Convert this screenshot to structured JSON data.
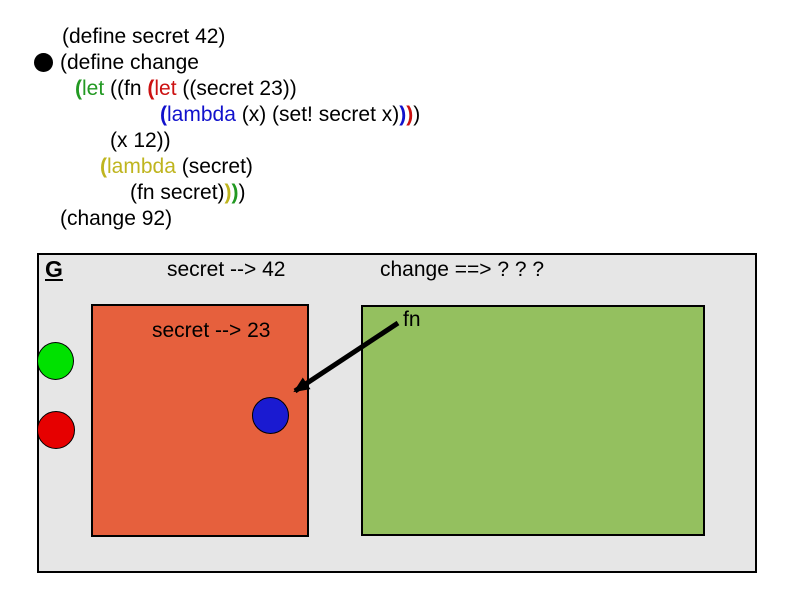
{
  "theme": {
    "page-bg": "#ffffff",
    "env-bg": "#e6e6e6",
    "let-frame-fill": "#e6603d",
    "lambda-frame-fill": "#94c05f",
    "dot-green": "#00e100",
    "dot-red": "#e60000",
    "dot-blue": "#1a1ad1",
    "code-black": "#000000",
    "paren-green": "#229922",
    "paren-red": "#cc1111",
    "paren-blue": "#1111cc",
    "paren-yellow": "#bfb51f",
    "arrow-color": "#000000"
  },
  "icons": {
    "current_form_bullet": "filled-black-circle",
    "green_dot": "filled-green-circle",
    "red_dot": "filled-red-circle",
    "blue_dot": "filled-blue-circle",
    "fn_pointer": "black-arrow"
  },
  "code_block": {
    "lines": [
      {
        "indent": 62,
        "segments": [
          [
            "blk",
            "(define secret 42)"
          ]
        ]
      },
      {
        "indent": 60,
        "bullet": true,
        "segments": [
          [
            "blk",
            "(define change"
          ]
        ]
      },
      {
        "indent": 75,
        "segments": [
          [
            "grnB",
            "("
          ],
          [
            "grn",
            "let"
          ],
          [
            "blk",
            " ((fn "
          ],
          [
            "redB",
            "("
          ],
          [
            "red",
            "let"
          ],
          [
            "blk",
            " ((secret 23))"
          ]
        ]
      },
      {
        "indent": 160,
        "segments": [
          [
            "bluB",
            "("
          ],
          [
            "blu",
            "lambda"
          ],
          [
            "blk",
            " (x) (set! secret x)"
          ],
          [
            "bluB",
            ")"
          ],
          [
            "redB",
            ")"
          ],
          [
            "blk",
            ")"
          ]
        ]
      },
      {
        "indent": 110,
        "segments": [
          [
            "blk",
            "(x 12))"
          ]
        ]
      },
      {
        "indent": 100,
        "segments": [
          [
            "yelB",
            "("
          ],
          [
            "yel",
            "lambda"
          ],
          [
            "blk",
            " (secret)"
          ]
        ]
      },
      {
        "indent": 130,
        "segments": [
          [
            "blk",
            "(fn secret)"
          ],
          [
            "yelB",
            ")"
          ],
          [
            "grnB",
            ")"
          ],
          [
            "blk",
            ")"
          ]
        ]
      },
      {
        "indent": 60,
        "segments": [
          [
            "blk",
            "(change 92)"
          ]
        ]
      }
    ]
  },
  "diagram": {
    "global_label": "G",
    "secret_binding": "secret --> 42",
    "change_binding": "change ==> ? ? ?",
    "let_frame": {
      "binding": "secret --> 23"
    },
    "lambda_frame": {
      "binding": "fn"
    }
  }
}
